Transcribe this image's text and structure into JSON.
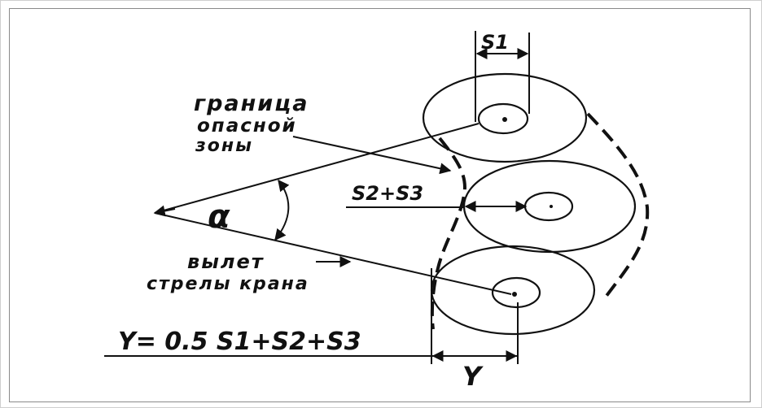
{
  "labels": {
    "s1": "S1",
    "s2_s3": "S2+S3",
    "alpha": "α",
    "zone_line1": "граница",
    "zone_line2": "опасной",
    "zone_line3": "зоны",
    "reach_line1": "вылет",
    "reach_line2": "стрелы крана",
    "formula": "Y= 0.5 S1+S2+S3",
    "y": "Y"
  },
  "colors": {
    "ink": "#111111",
    "frame": "#8a8a8a",
    "background": "#ffffff"
  }
}
